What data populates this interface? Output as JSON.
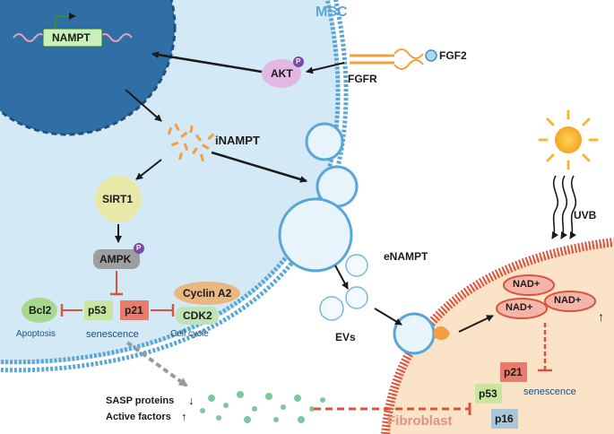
{
  "labels": {
    "msc": "MSC",
    "nampt_gene": "NAMPT",
    "fgf2": "FGF2",
    "fgfr": "FGFR",
    "akt": "AKT",
    "phospho": "P",
    "inampt": "iNAMPT",
    "sirt1": "SIRT1",
    "ampk": "AMPK",
    "cyclin_a2": "Cyclin A2",
    "cdk2": "CDK2",
    "bcl2": "Bcl2",
    "p53": "p53",
    "p21": "p21",
    "p16": "p16",
    "apoptosis": "Apoptosis",
    "senescence": "senescence",
    "cell_cycle": "Cell cycle",
    "enampt": "eNAMPT",
    "evs": "EVs",
    "uvb": "UVB",
    "nad": "NAD+",
    "sasp": "SASP proteins",
    "active_factors": "Active factors",
    "down_arrow": "↓",
    "up_arrow": "↑",
    "fibroblast": "Fibroblast"
  },
  "colors": {
    "msc_cytoplasm": "#cfe6f5",
    "nucleus": "#2f6fa6",
    "membrane_blue": "#5aa6d6",
    "fibroblast_fill": "#fbe3c8",
    "fibroblast_membrane": "#d9533f",
    "nampt_orange": "#f0a040",
    "sirt1": "#e8e8a8",
    "ampk": "#9e9e9e",
    "p21_red": "#e87c6c",
    "p53_green": "#c9e6a0",
    "cyclin": "#e8b880",
    "cdk2": "#bfe3b8",
    "p16_blue": "#a9c7d8",
    "nad_red": "#e07a6e",
    "sun": "#f7b731",
    "secreted_dots": "#6fbf8f"
  }
}
